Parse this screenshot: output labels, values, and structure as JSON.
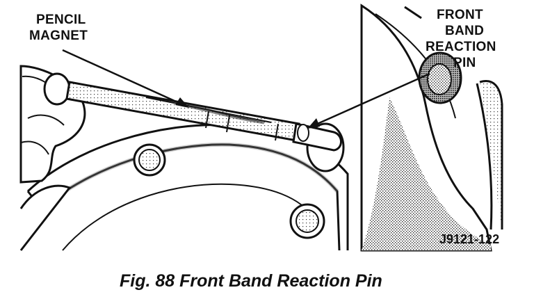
{
  "labels": {
    "pencil_magnet_line1": "PENCIL",
    "pencil_magnet_line2": "MAGNET",
    "reaction_pin_line1": "FRONT",
    "reaction_pin_line2": "BAND",
    "reaction_pin_line3": "REACTION",
    "reaction_pin_line4": "PIN"
  },
  "figure_code": "J9121-122",
  "caption": "Fig. 88 Front Band Reaction Pin",
  "colors": {
    "ink": "#111111",
    "paper": "#ffffff",
    "stipple": "#9a9a9a"
  }
}
